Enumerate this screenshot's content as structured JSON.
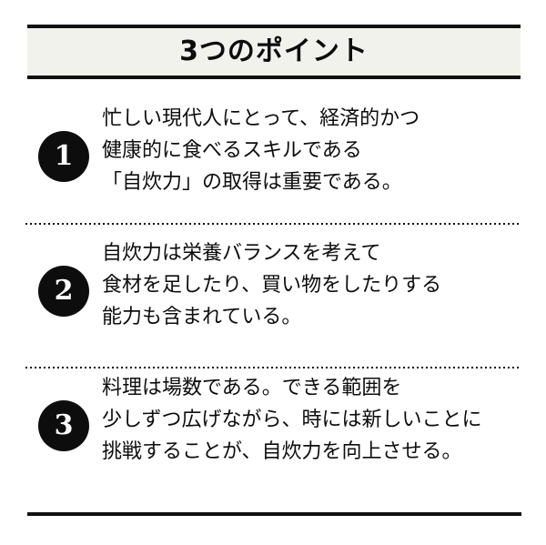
{
  "header": {
    "title": "3つのポイント",
    "band_background": "#f2f2ed",
    "rule_color": "#111111"
  },
  "colors": {
    "page_background": "#ffffff",
    "text": "#0d0d0d",
    "badge_background": "#0d0d0d",
    "badge_text": "#ffffff",
    "divider": "#0d0d0d"
  },
  "points": [
    {
      "number": "1",
      "lines": [
        "忙しい現代人にとって、経済的かつ",
        "健康的に食べるスキルである",
        "「自炊力」の取得は重要である。"
      ]
    },
    {
      "number": "2",
      "lines": [
        "自炊力は栄養バランスを考えて",
        "食材を足したり、買い物をしたりする",
        "能力も含まれている。"
      ]
    },
    {
      "number": "3",
      "lines": [
        "料理は場数である。できる範囲を",
        "少しずつ広げながら、時には新しいことに",
        "挑戦することが、自炊力を向上させる。"
      ]
    }
  ]
}
